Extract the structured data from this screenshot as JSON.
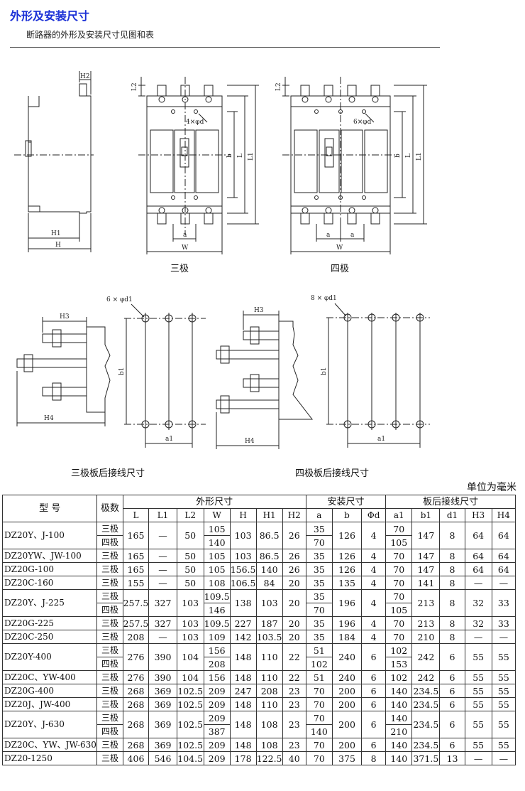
{
  "header": {
    "title": "外形及安装尺寸",
    "subtitle": "断路器的外形及安装尺寸见图和表"
  },
  "figure_labels": {
    "three_pole": "三极",
    "four_pole": "四极",
    "three_pole_rear": "三极板后接线尺寸",
    "four_pole_rear": "四极板后接线尺寸",
    "dims": {
      "H2": "H2",
      "H1": "H1",
      "H": "H",
      "L2": "L2",
      "L": "L",
      "L1": "L1",
      "b": "b",
      "a": "a",
      "W": "W",
      "hole3": "4×φd",
      "hole4": "6×φd",
      "H3": "H3",
      "H4": "H4",
      "b1": "b1",
      "a1": "a1",
      "rear_hole3": "6 × φd1",
      "rear_hole4": "8 × φd1"
    }
  },
  "table": {
    "unit": "单位为毫米",
    "col_model": "型  号",
    "col_poles": "极数",
    "group_outline": "外形尺寸",
    "group_mount": "安装尺寸",
    "group_rear": "板后接线尺寸",
    "outline_cols": [
      "L",
      "L1",
      "L2",
      "W",
      "H",
      "H1",
      "H2"
    ],
    "mount_cols": [
      "a",
      "b",
      "Φd"
    ],
    "rear_cols": [
      "a1",
      "b1",
      "d1",
      "H3",
      "H4"
    ],
    "rows": [
      {
        "model": "DZ20Y、J-100",
        "poles": [
          "三极",
          "四极"
        ],
        "L": "165",
        "L1": "—",
        "L2": "50",
        "W": [
          "105",
          "140"
        ],
        "H": "103",
        "H1": "86.5",
        "H2": "26",
        "a": [
          "35",
          "70"
        ],
        "b": "126",
        "d": "4",
        "a1": [
          "70",
          "105"
        ],
        "b1": "147",
        "d1": "8",
        "H3": "64",
        "H4": "64"
      },
      {
        "model": "DZ20YW、JW-100",
        "poles": [
          "三极"
        ],
        "L": "165",
        "L1": "—",
        "L2": "50",
        "W": [
          "105"
        ],
        "H": "103",
        "H1": "86.5",
        "H2": "26",
        "a": [
          "35"
        ],
        "b": "126",
        "d": "4",
        "a1": [
          "70"
        ],
        "b1": "147",
        "d1": "8",
        "H3": "64",
        "H4": "64"
      },
      {
        "model": "DZ20G-100",
        "poles": [
          "三极"
        ],
        "L": "165",
        "L1": "—",
        "L2": "50",
        "W": [
          "105"
        ],
        "H": "156.5",
        "H1": "140",
        "H2": "26",
        "a": [
          "35"
        ],
        "b": "126",
        "d": "4",
        "a1": [
          "70"
        ],
        "b1": "147",
        "d1": "8",
        "H3": "64",
        "H4": "64"
      },
      {
        "model": "DZ20C-160",
        "poles": [
          "三极"
        ],
        "L": "155",
        "L1": "—",
        "L2": "50",
        "W": [
          "108"
        ],
        "H": "106.5",
        "H1": "84",
        "H2": "20",
        "a": [
          "35"
        ],
        "b": "135",
        "d": "4",
        "a1": [
          "70"
        ],
        "b1": "141",
        "d1": "8",
        "H3": "—",
        "H4": "—"
      },
      {
        "model": "DZ20Y、J-225",
        "poles": [
          "三极",
          "四极"
        ],
        "L": "257.5",
        "L1": "327",
        "L2": "103",
        "W": [
          "109.5",
          "146"
        ],
        "H": "138",
        "H1": "103",
        "H2": "20",
        "a": [
          "35",
          "70"
        ],
        "b": "196",
        "d": "4",
        "a1": [
          "70",
          "105"
        ],
        "b1": "213",
        "d1": "8",
        "H3": "32",
        "H4": "33"
      },
      {
        "model": "DZ20G-225",
        "poles": [
          "三极"
        ],
        "L": "257.5",
        "L1": "327",
        "L2": "103",
        "W": [
          "109.5"
        ],
        "H": "227",
        "H1": "187",
        "H2": "20",
        "a": [
          "35"
        ],
        "b": "196",
        "d": "4",
        "a1": [
          "70"
        ],
        "b1": "213",
        "d1": "8",
        "H3": "32",
        "H4": "33"
      },
      {
        "model": "DZ20C-250",
        "poles": [
          "三极"
        ],
        "L": "208",
        "L1": "—",
        "L2": "103",
        "W": [
          "109"
        ],
        "H": "142",
        "H1": "103.5",
        "H2": "20",
        "a": [
          "35"
        ],
        "b": "184",
        "d": "4",
        "a1": [
          "70"
        ],
        "b1": "210",
        "d1": "8",
        "H3": "—",
        "H4": "—"
      },
      {
        "model": "DZ20Y-400",
        "poles": [
          "三极",
          "四极"
        ],
        "L": "276",
        "L1": "390",
        "L2": "104",
        "W": [
          "156",
          "208"
        ],
        "H": "148",
        "H1": "110",
        "H2": "22",
        "a": [
          "51",
          "102"
        ],
        "b": "240",
        "d": "6",
        "a1": [
          "102",
          "153"
        ],
        "b1": "242",
        "d1": "6",
        "H3": "55",
        "H4": "55"
      },
      {
        "model": "DZ20C、YW-400",
        "poles": [
          "三极"
        ],
        "L": "276",
        "L1": "390",
        "L2": "104",
        "W": [
          "156"
        ],
        "H": "148",
        "H1": "110",
        "H2": "22",
        "a": [
          "51"
        ],
        "b": "240",
        "d": "6",
        "a1": [
          "102"
        ],
        "b1": "242",
        "d1": "6",
        "H3": "55",
        "H4": "55"
      },
      {
        "model": "DZ20G-400",
        "poles": [
          "三极"
        ],
        "L": "268",
        "L1": "369",
        "L2": "102.5",
        "W": [
          "209"
        ],
        "H": "247",
        "H1": "208",
        "H2": "23",
        "a": [
          "70"
        ],
        "b": "200",
        "d": "6",
        "a1": [
          "140"
        ],
        "b1": "234.5",
        "d1": "6",
        "H3": "55",
        "H4": "55"
      },
      {
        "model": "DZ20J、JW-400",
        "poles": [
          "三极"
        ],
        "L": "268",
        "L1": "369",
        "L2": "102.5",
        "W": [
          "209"
        ],
        "H": "148",
        "H1": "110",
        "H2": "23",
        "a": [
          "70"
        ],
        "b": "200",
        "d": "6",
        "a1": [
          "140"
        ],
        "b1": "234.5",
        "d1": "6",
        "H3": "55",
        "H4": "55"
      },
      {
        "model": "DZ20Y、J-630",
        "poles": [
          "三极",
          "四极"
        ],
        "L": "268",
        "L1": "369",
        "L2": "102.5",
        "W": [
          "209",
          "387"
        ],
        "H": "148",
        "H1": "108",
        "H2": "23",
        "a": [
          "70",
          "140"
        ],
        "b": "200",
        "d": "6",
        "a1": [
          "140",
          "210"
        ],
        "b1": "234.5",
        "d1": "6",
        "H3": "55",
        "H4": "55"
      },
      {
        "model": "DZ20C、YW、JW-630",
        "poles": [
          "三极"
        ],
        "L": "268",
        "L1": "369",
        "L2": "102.5",
        "W": [
          "209"
        ],
        "H": "148",
        "H1": "108",
        "H2": "23",
        "a": [
          "70"
        ],
        "b": "200",
        "d": "6",
        "a1": [
          "140"
        ],
        "b1": "234.5",
        "d1": "6",
        "H3": "55",
        "H4": "55"
      },
      {
        "model": "DZ20-1250",
        "poles": [
          "三极"
        ],
        "L": "406",
        "L1": "546",
        "L2": "104.5",
        "W": [
          "209"
        ],
        "H": "178",
        "H1": "122.5",
        "H2": "40",
        "a": [
          "70"
        ],
        "b": "375",
        "d": "8",
        "a1": [
          "140"
        ],
        "b1": "371.5",
        "d1": "13",
        "H3": "—",
        "H4": "—"
      }
    ]
  }
}
